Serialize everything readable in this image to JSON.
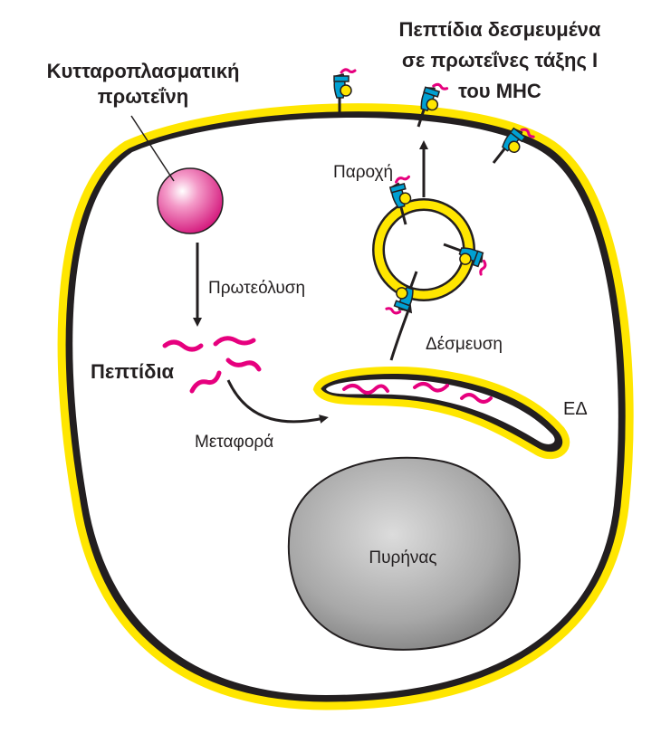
{
  "labels": {
    "cytoplasmic_protein": [
      "Κυτταροπλασματική",
      "πρωτεΐνη"
    ],
    "proteolysis": "Πρωτεόλυση",
    "peptides": "Πεπτίδια",
    "transport": "Μεταφορά",
    "binding": "Δέσμευση",
    "presentation": "Παροχή",
    "er": "ΕΔ",
    "nucleus": "Πυρήνας",
    "mhc_bound_peptides": [
      "Πεπτίδια δεσμευμένα",
      "σε πρωτεΐνες τάξης Ι",
      "του MHC"
    ]
  },
  "colors": {
    "membrane_yellow": "#ffe600",
    "outline": "#231f20",
    "peptide_magenta": "#e6007e",
    "mhc_blue": "#00a0d2",
    "nucleus_gray": "#9a9a9a",
    "protein_pink": "#e0147a"
  }
}
